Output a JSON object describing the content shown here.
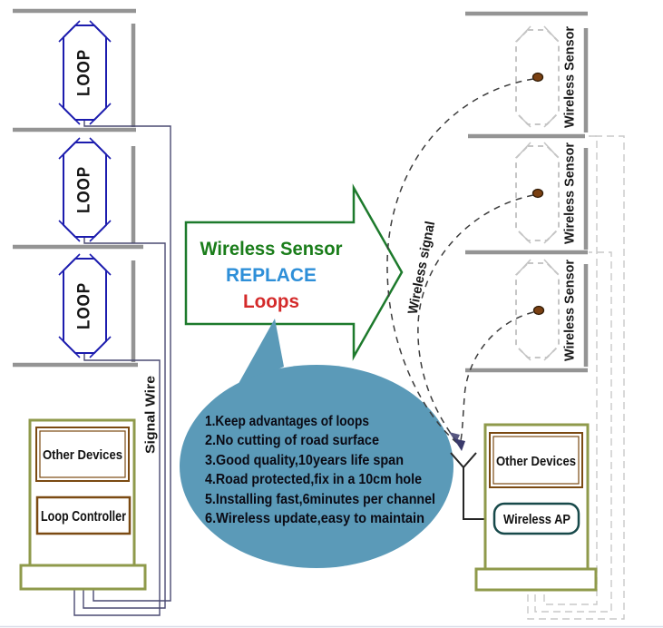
{
  "left": {
    "loops": [
      "LOOP",
      "LOOP",
      "LOOP"
    ],
    "signal_wire": "Signal Wire",
    "cabinet": {
      "other_devices": "Other Devices",
      "loop_controller": "Loop Controller"
    }
  },
  "arrow": {
    "line1": "Wireless Sensor",
    "line2": "REPLACE",
    "line3": "Loops"
  },
  "bubble": {
    "points": [
      "1.Keep advantages of loops",
      "2.No cutting of road surface",
      "3.Good quality,10years life span",
      "4.Road protected,fix in a 10cm hole",
      "5.Installing fast,6minutes per channel",
      "6.Wireless update,easy to maintain"
    ]
  },
  "right": {
    "sensors": [
      "Wireless Sensor",
      "Wireless Sensor",
      "Wireless Sensor"
    ],
    "wireless_signal": "Wireless signal",
    "cabinet": {
      "other_devices": "Other Devices",
      "wireless_ap": "Wireless AP"
    }
  },
  "colors": {
    "road_gray": "#949494",
    "loop_blue": "#1c1cae",
    "wire_navy": "#4a4a72",
    "cabinet_olive": "#8f9a4b",
    "device_brown": "#7b4a12",
    "ap_teal": "#17494a",
    "sensor_dash_gray": "#c6c6c6",
    "sensor_dot_brown": "#7a4012",
    "arrow_green": "#1d7a2c",
    "text_green": "#1a7d1a",
    "text_blue": "#2e8fd8",
    "text_red": "#d42a2a",
    "bubble_fill": "#5b9ab8",
    "curve_dark": "#3c3c3c",
    "arrowhead_navy": "#3a3a6b"
  }
}
